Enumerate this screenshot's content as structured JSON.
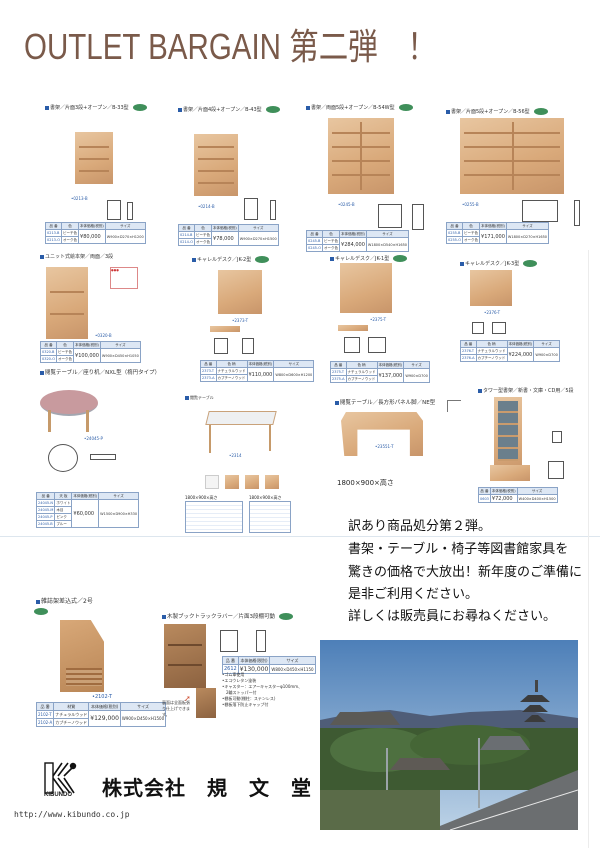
{
  "header": {
    "title": "OUTLET BARGAIN 第二弾　！",
    "color": "#7a5a4a"
  },
  "products": [
    {
      "name": "書架／片面3段+オープン／B-33型",
      "code_label": "•0213-B",
      "table": {
        "headers": [
          "品 番",
          "色",
          "本体価格(税別)",
          "サイズ"
        ],
        "rows": [
          [
            "0213-B",
            "ビーチ色"
          ],
          [
            "0213-O",
            "オーク色"
          ]
        ],
        "price": "¥80,000"
      }
    },
    {
      "name": "書架／片面4段+オープン／B-43型",
      "code_label": "•0214-B",
      "table": {
        "headers": [
          "品 番",
          "色",
          "本体価格(税別)",
          "サイズ"
        ],
        "rows": [
          [
            "0214-B",
            "ビーチ色"
          ],
          [
            "0214-O",
            "オーク色"
          ]
        ],
        "price": "¥78,000"
      }
    },
    {
      "name": "書架／両面5段+オープン／B-54W型",
      "code_label": "•0245-B",
      "table": {
        "headers": [
          "品 番",
          "色",
          "本体価格(税別)",
          "サイズ"
        ],
        "rows": [
          [
            "0245-B",
            "ビーチ色"
          ],
          [
            "0245-O",
            "オーク色"
          ]
        ],
        "price": "¥284,000"
      }
    },
    {
      "name": "書架／片面5段+オープン／B-56型",
      "code_label": "•0255-B",
      "table": {
        "headers": [
          "品 番",
          "色",
          "本体価格(税別)",
          "サイズ"
        ],
        "rows": [
          [
            "0255-B",
            "ビーチ色"
          ],
          [
            "0255-O",
            "オーク色"
          ]
        ],
        "price": "¥171,000"
      }
    },
    {
      "name": "ユニット式絵本架／両面／3段",
      "code_label": "•0320-B",
      "table": {
        "headers": [
          "品 番",
          "色",
          "本体価格(税別)",
          "サイズ"
        ],
        "rows": [
          [
            "0320-B",
            "ビーチ色"
          ],
          [
            "0320-O",
            "オーク色"
          ]
        ],
        "price": "¥100,000"
      }
    },
    {
      "name": "キャレルデスク／JK-2型",
      "code_label": "•2373-T",
      "table": {
        "headers": [
          "品 番",
          "色 柄",
          "本体価格(税別)",
          "サイズ"
        ],
        "rows": [
          [
            "2373-T",
            "ナチュラルウッド"
          ],
          [
            "2373-A",
            "カプチーノウッド"
          ]
        ],
        "price": "¥110,000"
      }
    },
    {
      "name": "キャレルデスク／JK-1型",
      "code_label": "•2375-T",
      "table": {
        "headers": [
          "品 番",
          "色 柄",
          "本体価格(税別)",
          "サイズ"
        ],
        "rows": [
          [
            "2375-T",
            "ナチュラルウッド"
          ],
          [
            "2375-A",
            "カプチーノウッド"
          ]
        ],
        "price": "¥137,000"
      }
    },
    {
      "name": "キャレルデスク／JK-3型",
      "code_label": "•2376-T",
      "table": {
        "headers": [
          "品 番",
          "色 柄",
          "本体価格(税別)",
          "サイズ"
        ],
        "rows": [
          [
            "2376-T",
            "ナチュラルウッド"
          ],
          [
            "2376-A",
            "カプチーノウッド"
          ]
        ],
        "price": "¥224,000"
      }
    },
    {
      "name": "閲覧テーブル／座り机／NXL型（楕円タイプ）",
      "code_label": "•24045-P",
      "table": {
        "headers": [
          "品 番",
          "天 板",
          "本体価格(税別)",
          "サイズ"
        ],
        "rows": [
          [
            "24045-N",
            "ホワイト"
          ],
          [
            "24045-M",
            "木目"
          ],
          [
            "24045-P",
            "ピンク"
          ],
          [
            "24045-B",
            "ブルー"
          ]
        ],
        "price": "¥60,000"
      }
    },
    {
      "name": "閲覧テーブル",
      "code_label": "•2314",
      "sub_labels": [
        "1800×900×高さ",
        "1800×900×高さ"
      ]
    },
    {
      "name": "閲覧テーブル／長方形パネル脚／NE型",
      "code_label": "•23551-T",
      "size_label": "1800×900×高さ"
    },
    {
      "name": "タワー型書架／新書・文庫・CD用／5段",
      "code_label": "0603",
      "table": {
        "headers": [
          "品 番",
          "本体価格(税別)",
          "サイズ"
        ],
        "rows": [
          [
            "0603"
          ]
        ],
        "price": "¥72,000"
      }
    },
    {
      "name": "雑誌架差込式／2号",
      "code_label": "•2102-T",
      "table": {
        "headers": [
          "品 番",
          "材質",
          "本体価格(税別)",
          "サイズ"
        ],
        "rows": [
          [
            "2102-T",
            "ナチュラルウッド"
          ],
          [
            "2102-A",
            "カプチーノウッド"
          ]
        ],
        "price": "¥129,000"
      }
    },
    {
      "name": "木製ブックトラックラバー／片面3段棚可動",
      "table": {
        "headers": [
          "品 番",
          "本体価格(税別)",
          "サイズ"
        ],
        "rows": [
          [
            "2612"
          ]
        ],
        "price": "¥130,000"
      },
      "notes": [
        "•ゴム車使用",
        "•エコウレタン塗装",
        "•キャスター：エアーキャスターφ100mm、",
        "　2輪ストッパー付",
        "•棚板可動(棚柱：ステンレス)",
        "•棚板落下防止キャップ付"
      ],
      "callout": "裏面は全面板張り仕上げできます。"
    }
  ],
  "notice": {
    "lines": [
      "訳あり商品処分第２弾。",
      "書架・テーブル・椅子等図書館家具を",
      "驚きの価格で大放出！新年度のご準備に",
      "是非ご利用ください。",
      "詳しくは販売員にお尋ねください。"
    ]
  },
  "company": {
    "logo_text": "KIBUNDO",
    "name": "株式会社　規　文　堂",
    "url": "http://www.kibundo.co.jp"
  }
}
